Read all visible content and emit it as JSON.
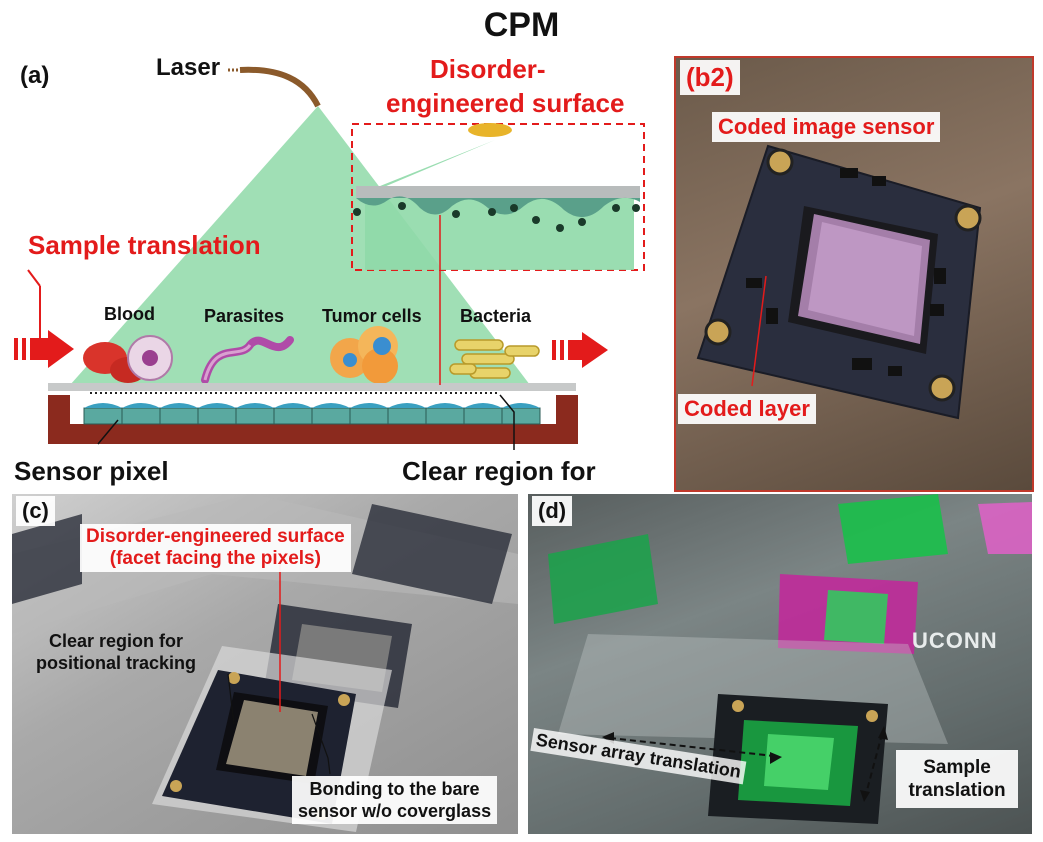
{
  "title": "CPM",
  "panel_a": {
    "label": "(a)",
    "laser": "Laser",
    "disorder_line1": "Disorder-",
    "disorder_line2": "engineered surface",
    "sample_translation": "Sample translation",
    "samples": [
      "Blood",
      "Parasites",
      "Tumor cells",
      "Bacteria"
    ],
    "sensor_pixel": "Sensor pixel",
    "clear_region": "Clear region for"
  },
  "panel_b2": {
    "label": "(b2)",
    "coded_image_sensor": "Coded image sensor",
    "coded_layer": "Coded layer"
  },
  "panel_c": {
    "label": "(c)",
    "disorder_line1": "Disorder-engineered surface",
    "disorder_line2": "(facet facing the pixels)",
    "clear_line1": "Clear region for",
    "clear_line2": "positional tracking",
    "bond_line1": "Bonding to the bare",
    "bond_line2": "sensor w/o coverglass"
  },
  "panel_d": {
    "label": "(d)",
    "uconn": "UCONN",
    "sensor_array_translation": "Sensor array translation",
    "sample_line1": "Sample",
    "sample_line2": "translation"
  },
  "colors": {
    "accent_red": "#e31b1b",
    "beam_green": "#8fd9a8",
    "well_brown": "#8b2a1e",
    "pixel_teal": "#5aa9a0"
  }
}
